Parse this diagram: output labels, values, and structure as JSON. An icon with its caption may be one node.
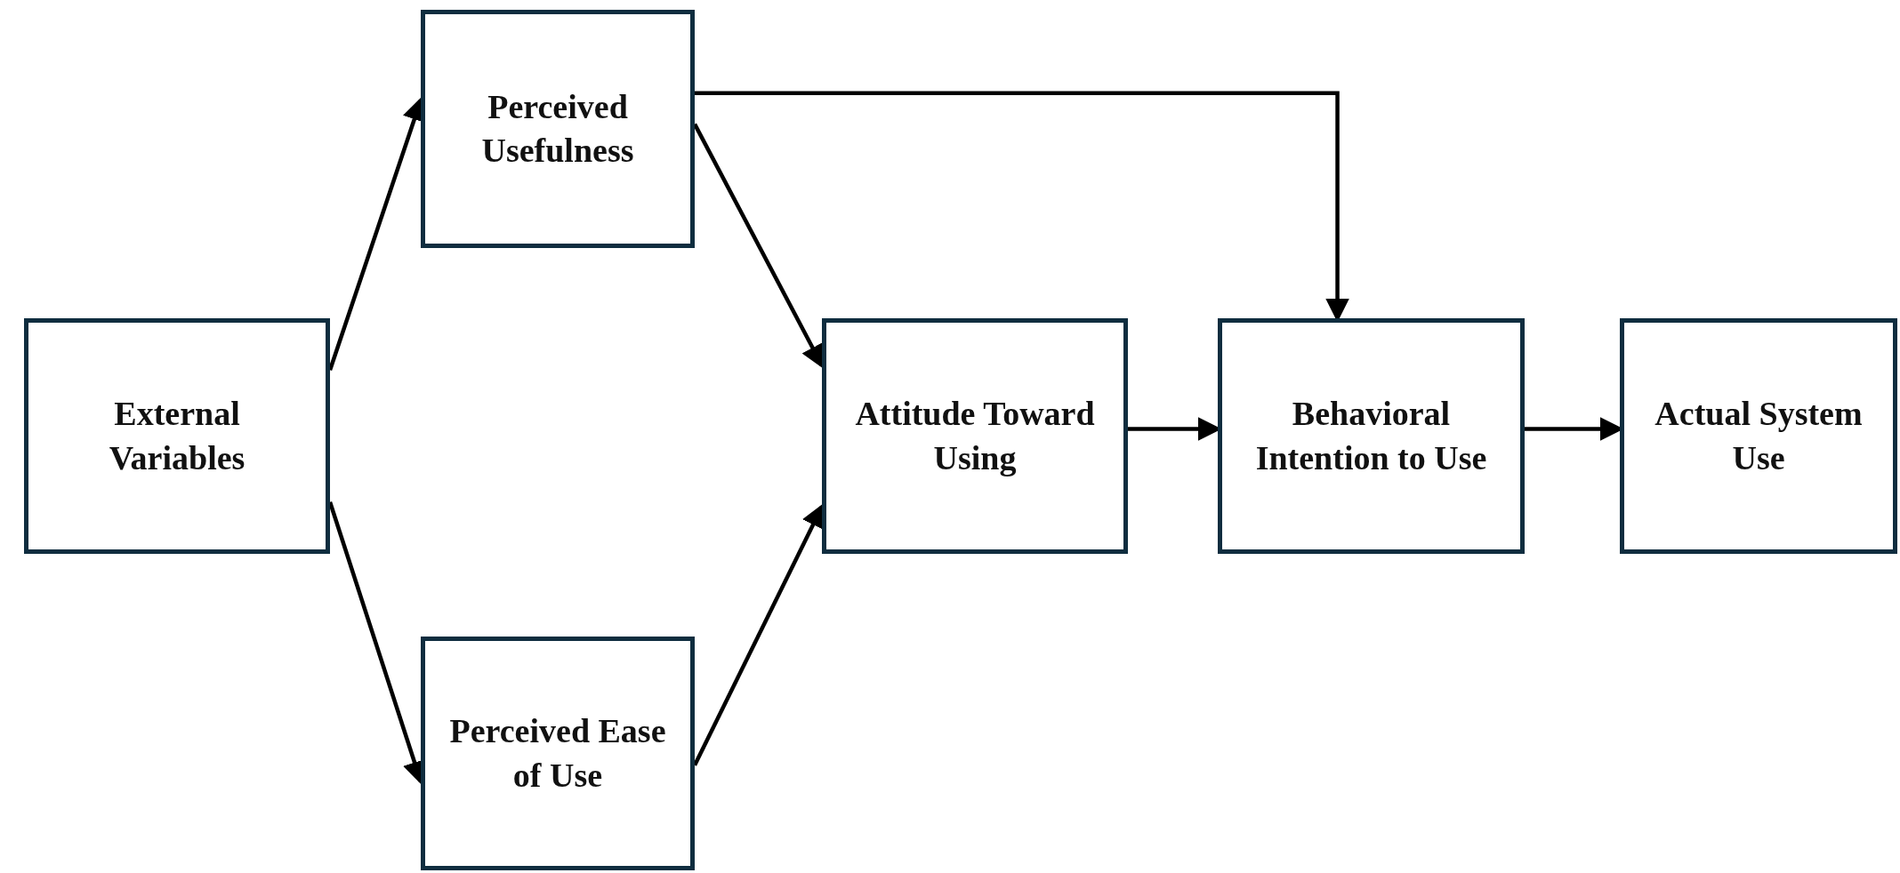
{
  "diagram": {
    "nodes": [
      {
        "text": [
          "External Variables"
        ]
      },
      {
        "text": [
          "Perceived Usefulness"
        ]
      },
      {
        "text": [
          "Perceived Ease of Use"
        ]
      },
      {
        "text": [
          "Attitude Toward Using"
        ]
      },
      {
        "text": [
          "Behavioral Intention to Use"
        ]
      },
      {
        "text": [
          "Actual System Use"
        ]
      }
    ],
    "edges": [
      {
        "from": 0,
        "to": 1,
        "arrow": "to"
      },
      {
        "from": 0,
        "to": 2,
        "arrow": "to"
      },
      {
        "from": 1,
        "to": 3,
        "arrow": "to"
      },
      {
        "from": 2,
        "to": 3,
        "arrow": "to"
      },
      {
        "from": 1,
        "to": 4,
        "arrow": "to"
      },
      {
        "from": 3,
        "to": 4,
        "arrow": "to"
      },
      {
        "from": 4,
        "to": 5,
        "arrow": "to"
      }
    ]
  }
}
